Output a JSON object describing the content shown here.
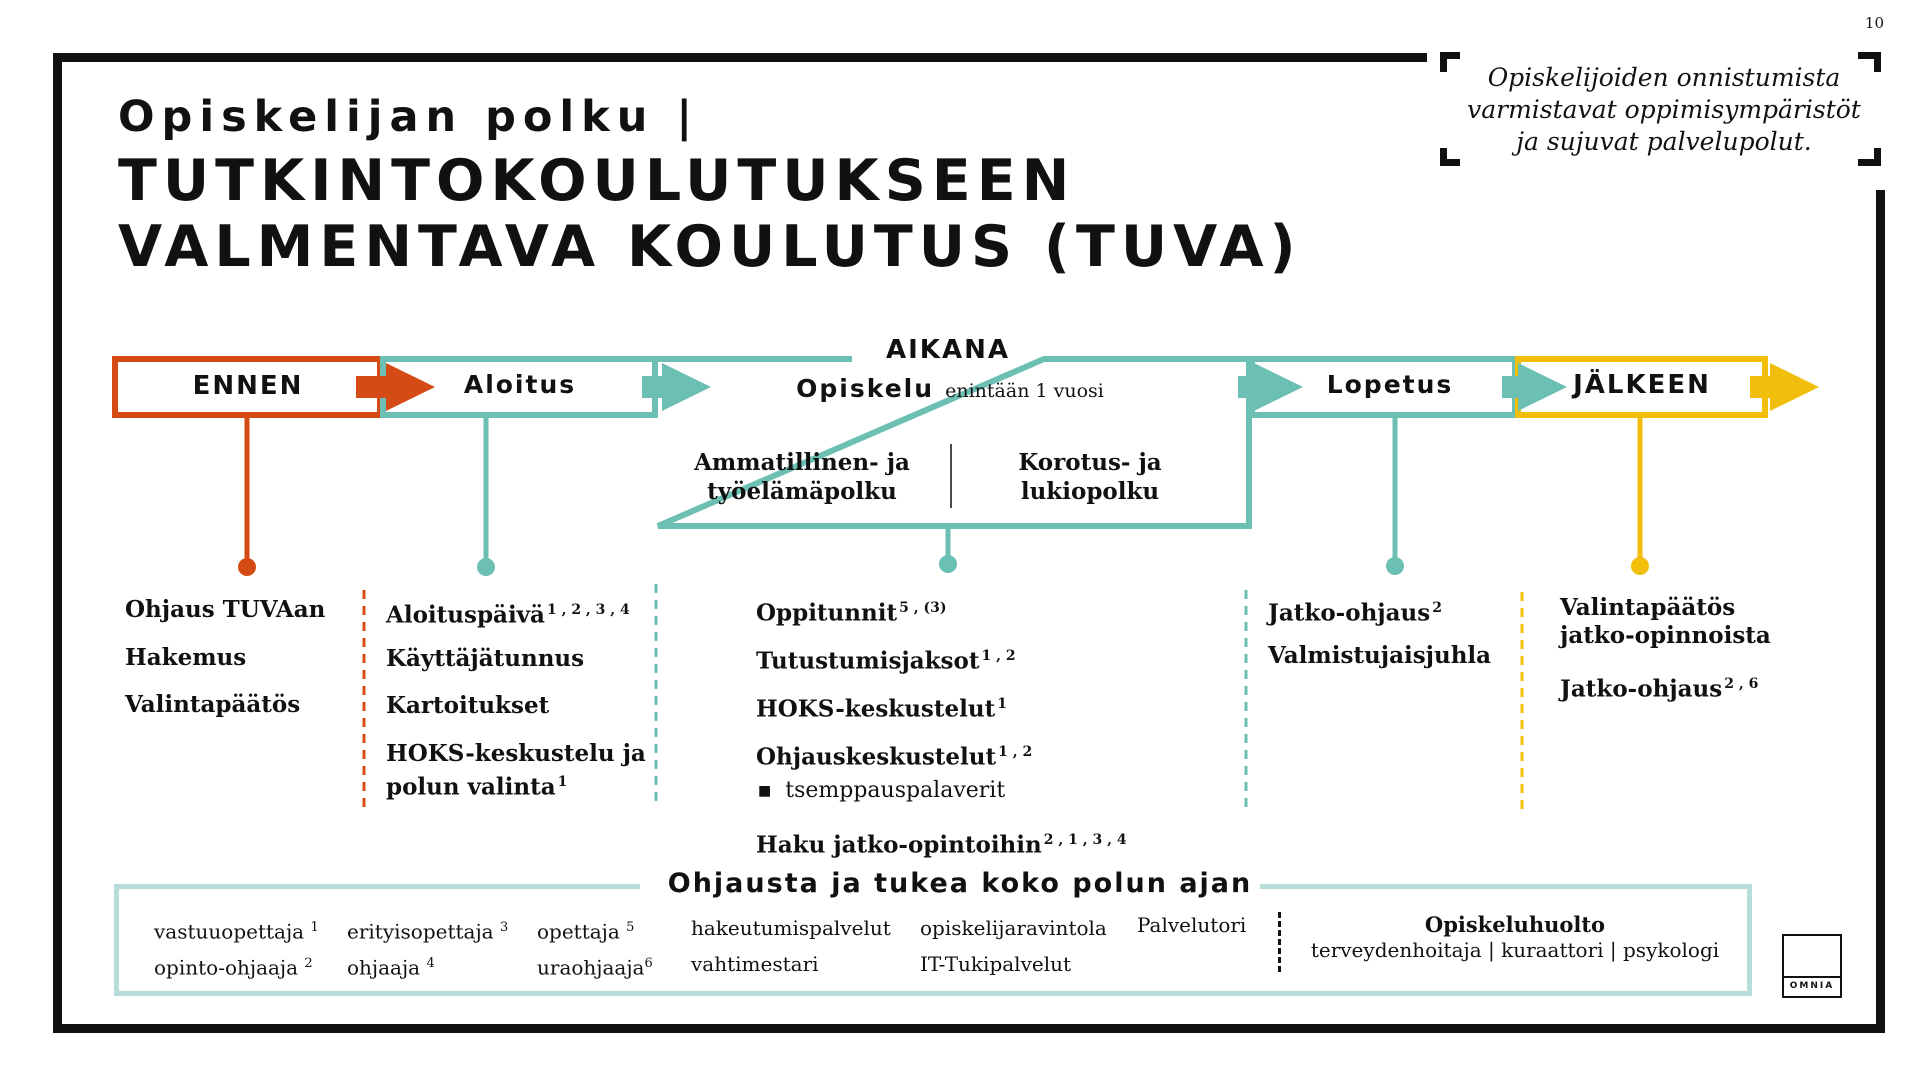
{
  "page_number": "10",
  "title": {
    "line1": "Opiskelijan polku |",
    "line2": "TUTKINTOKOULUTUKSEEN",
    "line3": "VALMENTAVA KOULUTUS (TUVA)"
  },
  "quote": {
    "line1": "Opiskelijoiden onnistumista",
    "line2": "varmistavat oppimisympäristöt",
    "line3": "ja sujuvat palvelupolut."
  },
  "colors": {
    "ennen": "#d54b16",
    "teal": "#6cbfb3",
    "jalkeen": "#f1bf0b",
    "support_border": "#b6ddd8"
  },
  "stages": {
    "ennen": "ENNEN",
    "aloitus": "Aloitus",
    "aikana": "AIKANA",
    "opiskelu": "Opiskelu",
    "opiskelu_note": "enintään 1 vuosi",
    "lopetus": "Lopetus",
    "jalkeen": "JÄLKEEN"
  },
  "paths": {
    "left": {
      "line1": "Ammatillinen- ja",
      "line2": "työelämäpolku"
    },
    "right": {
      "line1": "Korotus- ja",
      "line2": "lukiopolku"
    }
  },
  "ennen_items": [
    "Ohjaus TUVAan",
    "Hakemus",
    "Valintapäätös"
  ],
  "aloitus_items": [
    {
      "text": "Aloituspäivä",
      "sup": "1 , 2 , 3 , 4"
    },
    {
      "text": "Käyttäjätunnus",
      "sup": ""
    },
    {
      "text": "Kartoitukset",
      "sup": ""
    },
    {
      "text": "HOKS-keskustelu ja",
      "sup": ""
    },
    {
      "text": "polun valinta",
      "sup": "1"
    }
  ],
  "aikana_items": [
    {
      "text": "Oppitunnit",
      "sup": "5 , (3)"
    },
    {
      "text": "Tutustumisjaksot",
      "sup": "1 , 2"
    },
    {
      "text": "HOKS-keskustelut",
      "sup": "1"
    },
    {
      "text": "Ohjauskeskustelut",
      "sup": "1 , 2"
    },
    {
      "text": "tsemppauspalaverit",
      "sup": ""
    },
    {
      "text": "Haku jatko-opintoihin",
      "sup": "2 , 1 , 3 , 4"
    }
  ],
  "lopetus_items": [
    {
      "text": "Jatko-ohjaus",
      "sup": "2"
    },
    {
      "text": "Valmistujaisjuhla",
      "sup": ""
    }
  ],
  "jalkeen_items": [
    {
      "text": "Valintapäätös",
      "sup": ""
    },
    {
      "text": "jatko-opinnoista",
      "sup": ""
    },
    {
      "text": "Jatko-ohjaus",
      "sup": "2 , 6"
    }
  ],
  "support": {
    "title": "Ohjausta ja tukea koko polun ajan",
    "roles": [
      {
        "text": "vastuuopettaja",
        "sup": "1"
      },
      {
        "text": "opinto-ohjaaja",
        "sup": "2"
      },
      {
        "text": "erityisopettaja",
        "sup": "3"
      },
      {
        "text": "ohjaaja",
        "sup": "4"
      },
      {
        "text": "opettaja",
        "sup": "5"
      },
      {
        "text": "uraohjaaja",
        "sup": "6"
      },
      {
        "text": "hakeutumispalvelut",
        "sup": ""
      },
      {
        "text": "vahtimestari",
        "sup": ""
      },
      {
        "text": "opiskelijaravintola",
        "sup": ""
      },
      {
        "text": "IT-Tukipalvelut",
        "sup": ""
      },
      {
        "text": "Palvelutori",
        "sup": ""
      }
    ],
    "opiskeluhuolto_title": "Opiskeluhuolto",
    "opiskeluhuolto_text": "terveydenhoitaja |  kuraattori | psykologi"
  },
  "logo_text": "OMNIA"
}
